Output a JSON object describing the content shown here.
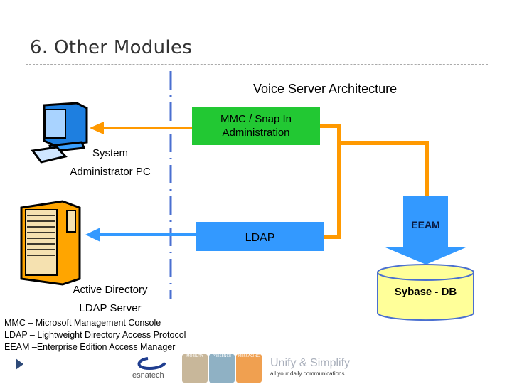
{
  "slide": {
    "title": "6. Other Modules",
    "subtitle": "Voice Server Architecture"
  },
  "diagram": {
    "mmc_box": "MMC / Snap In Administration",
    "ldap_box": "LDAP",
    "eeam_arrow": "EEAM",
    "database": "Sybase - DB",
    "pc_label_line1": "System",
    "pc_label_line2": "Administrator  PC",
    "ad_label_line1": "Active Directory",
    "ad_label_line2": "LDAP Server",
    "colors": {
      "orange": "#ff9900",
      "blue": "#3399ff",
      "green": "#22c833",
      "db_fill": "#ffff99",
      "divider": "#4a6fd0"
    }
  },
  "legend": [
    "MMC – Microsoft Management Console",
    "LDAP – Lightweight Directory Access Protocol",
    "EEAM –Enterprise Edition Access Manager"
  ],
  "footer": {
    "brand": "esnatech",
    "tiles": [
      "MOBILITY",
      "PRESENCE",
      "MESSAGING"
    ],
    "tagline": "Unify & Simplify",
    "tagline_sub": "all your daily communications"
  }
}
